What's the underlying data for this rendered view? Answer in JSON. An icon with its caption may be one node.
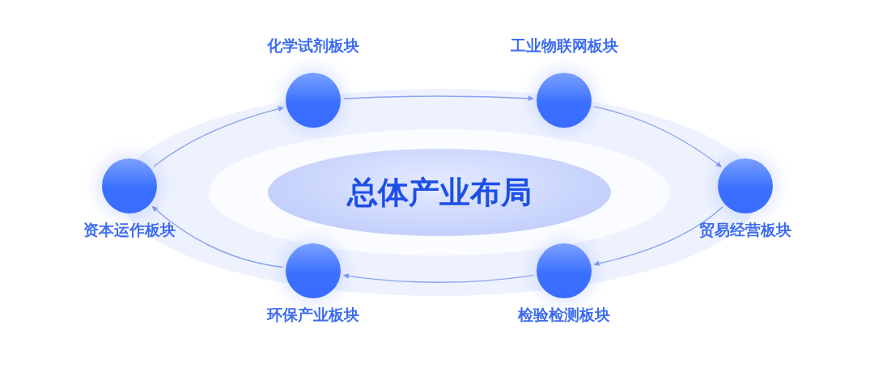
{
  "diagram": {
    "nodes": [
      {
        "text": [
          "总体产业布局"
        ]
      },
      {
        "text": [
          "化学试剂板块"
        ]
      },
      {
        "text": [
          "工业物联网板块"
        ]
      },
      {
        "text": [
          "贸易经营板块"
        ]
      },
      {
        "text": [
          "检验检测板块"
        ]
      },
      {
        "text": [
          "环保产业板块"
        ]
      },
      {
        "text": [
          "资本运作板块"
        ]
      }
    ],
    "edges": [
      {
        "from": 1,
        "to": 2,
        "arrow": "to"
      },
      {
        "from": 2,
        "to": 3,
        "arrow": "to"
      },
      {
        "from": 3,
        "to": 4,
        "arrow": "to"
      },
      {
        "from": 4,
        "to": 5,
        "arrow": "to"
      },
      {
        "from": 5,
        "to": 6,
        "arrow": "to"
      },
      {
        "from": 6,
        "to": 1,
        "arrow": "to"
      }
    ]
  }
}
